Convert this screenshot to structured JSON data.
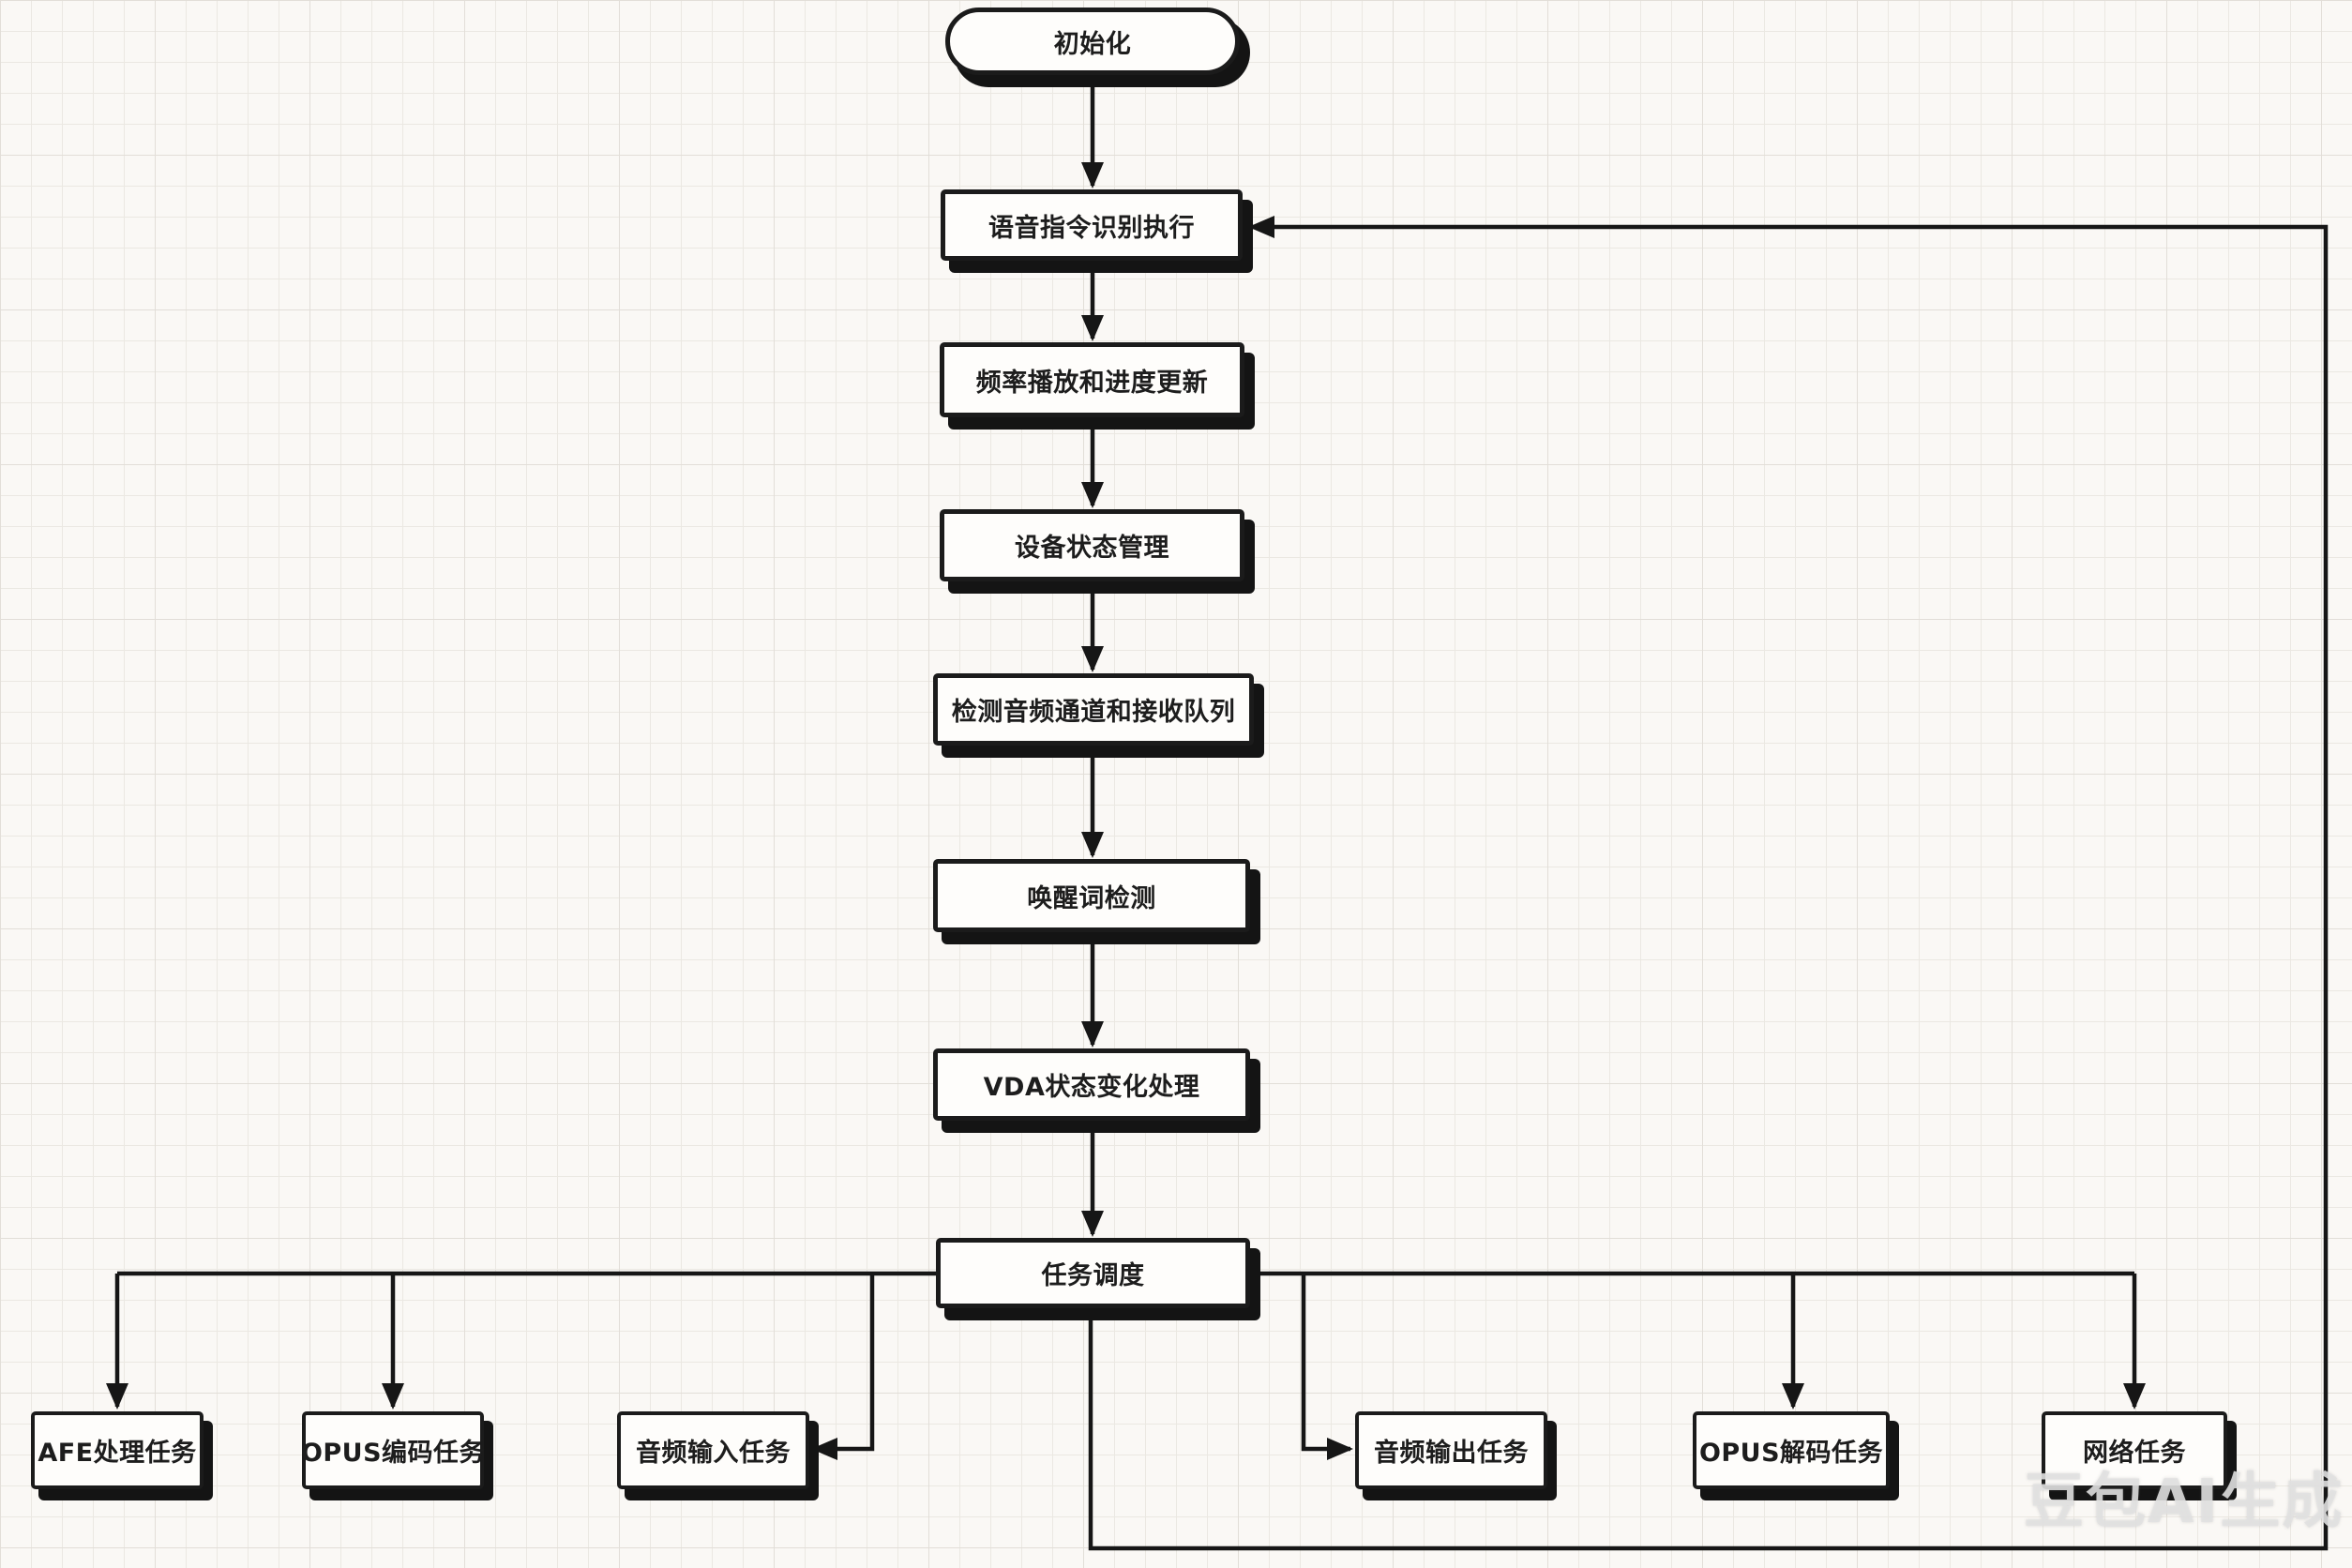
{
  "diagram": {
    "type": "flowchart",
    "background": "graph-paper",
    "nodes": {
      "init": {
        "label": "初始化",
        "shape": "stadium"
      },
      "voice_command": {
        "label": "语音指令识别执行",
        "shape": "rect"
      },
      "freq_play": {
        "label": "频率播放和进度更新",
        "shape": "rect"
      },
      "device_state": {
        "label": "设备状态管理",
        "shape": "rect"
      },
      "audio_channel": {
        "label": "检测音频通道和接收队列",
        "shape": "rect"
      },
      "wake_word": {
        "label": "唤醒词检测",
        "shape": "rect"
      },
      "vda_state": {
        "label": "VDA状态变化处理",
        "shape": "rect"
      },
      "task_schedule": {
        "label": "任务调度",
        "shape": "rect"
      },
      "afe_task": {
        "label": "AFE处理任务",
        "shape": "rect"
      },
      "opus_encode_task": {
        "label": "OPUS编码任务",
        "shape": "rect"
      },
      "audio_input_task": {
        "label": "音频输入任务",
        "shape": "rect"
      },
      "audio_output_task": {
        "label": "音频输出任务",
        "shape": "rect"
      },
      "opus_decode_task": {
        "label": "OPUS解码任务",
        "shape": "rect"
      },
      "network_task": {
        "label": "网络任务",
        "shape": "rect"
      }
    },
    "edges": [
      {
        "from": "init",
        "to": "voice_command"
      },
      {
        "from": "voice_command",
        "to": "freq_play"
      },
      {
        "from": "freq_play",
        "to": "device_state"
      },
      {
        "from": "device_state",
        "to": "audio_channel"
      },
      {
        "from": "audio_channel",
        "to": "wake_word"
      },
      {
        "from": "wake_word",
        "to": "vda_state"
      },
      {
        "from": "vda_state",
        "to": "task_schedule"
      },
      {
        "from": "task_schedule",
        "to": "afe_task"
      },
      {
        "from": "task_schedule",
        "to": "opus_encode_task"
      },
      {
        "from": "task_schedule",
        "to": "audio_input_task"
      },
      {
        "from": "task_schedule",
        "to": "audio_output_task"
      },
      {
        "from": "task_schedule",
        "to": "opus_decode_task"
      },
      {
        "from": "task_schedule",
        "to": "network_task"
      },
      {
        "from": "task_schedule",
        "to": "voice_command",
        "type": "feedback-loop"
      }
    ],
    "watermark": "豆包AI生成",
    "colors": {
      "line": "#161616",
      "node_border": "#1b1b1b",
      "node_fill": "#fefdfb",
      "node_shadow": "#141414",
      "background": "#faf8f5",
      "grid": "#ebe8e2",
      "watermark_text": "#e1e1e1"
    }
  }
}
